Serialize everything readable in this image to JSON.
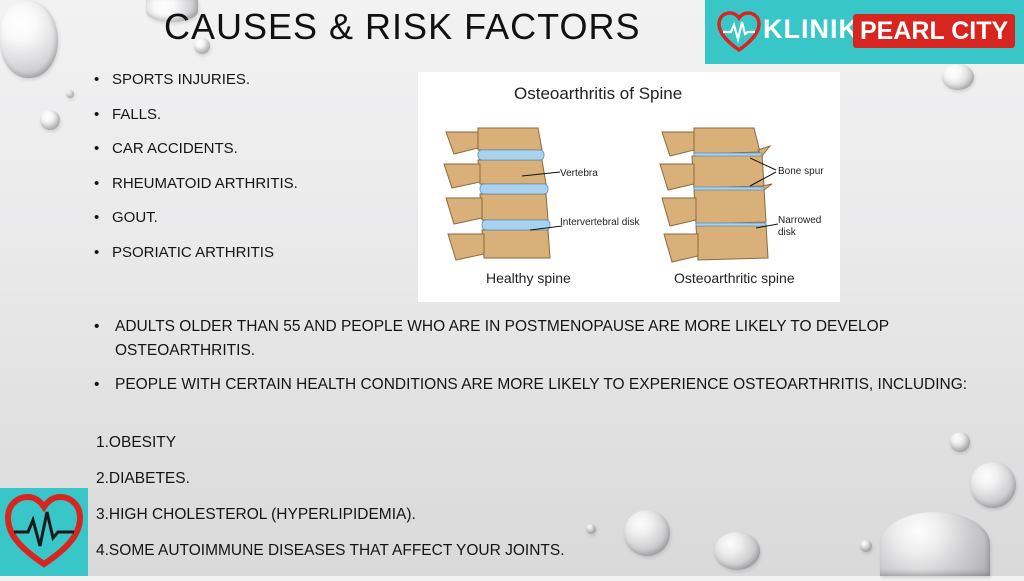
{
  "slide": {
    "title": "Causes & Risk Factors",
    "logo": {
      "klinik": "KLINIK",
      "pearl_city": "PEARL CITY"
    },
    "causes": [
      "Sports injuries.",
      "Falls.",
      "Car accidents.",
      "Rheumatoid arthritis.",
      "Gout.",
      "Psoriatic arthritis"
    ],
    "figure": {
      "title": "Osteoarthritis of Spine",
      "labels": {
        "vertebra": "Vertebra",
        "disk": "Intervertebral disk",
        "bone_spur": "Bone spur",
        "narrowed_disk": "Narrowed disk"
      },
      "captions": {
        "healthy": "Healthy spine",
        "oa": "Osteoarthritic spine"
      }
    },
    "risk_points": [
      "Adults older than 55 and people who are in postmenopause are more likely to develop osteoarthritis.",
      "People with certain health conditions are more likely to experience osteoarthritis, including:"
    ],
    "conditions": [
      "1.Obesity",
      "2.Diabetes.",
      "3.High cholesterol (hyperlipidemia).",
      "4.Some autoimmune diseases that affect your joints."
    ],
    "colors": {
      "teal": "#39c6c8",
      "red": "#d7261f",
      "bone": "#d9b07a",
      "disk": "#a9d2ee"
    },
    "bullet_glyph": "•"
  }
}
